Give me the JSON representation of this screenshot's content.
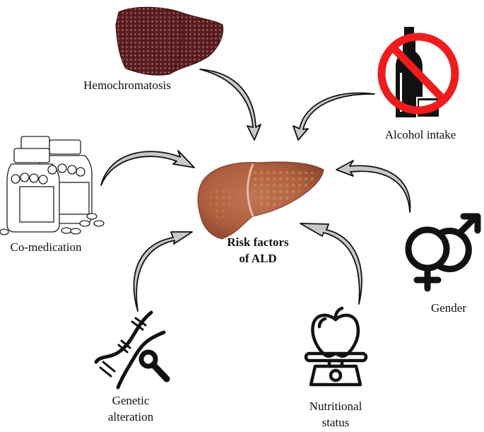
{
  "diagram": {
    "center": {
      "title_line1": "Risk factors",
      "title_line2": "of ALD",
      "icon": "liver-icon"
    },
    "factors": [
      {
        "id": "hemochromatosis",
        "label": "Hemochromatosis",
        "icon": "iron-overloaded-liver-icon"
      },
      {
        "id": "alcohol",
        "label": "Alcohol intake",
        "icon": "no-alcohol-icon"
      },
      {
        "id": "co-medication",
        "label": "Co-medication",
        "icon": "pill-bottles-icon"
      },
      {
        "id": "gender",
        "label": "Gender",
        "icon": "gender-symbols-icon"
      },
      {
        "id": "genetic",
        "label_line1": "Genetic",
        "label_line2": "alteration",
        "icon": "dna-wrench-icon"
      },
      {
        "id": "nutritional",
        "label_line1": "Nutritional",
        "label_line2": "status",
        "icon": "apple-scale-icon"
      }
    ],
    "colors": {
      "arrow_fill": "#c8c8c8",
      "arrow_stroke": "#111111",
      "prohibition_red": "#ee1c1c",
      "liver_brown": "#b5643f",
      "hemo_liver": "#5a1c1c"
    }
  }
}
